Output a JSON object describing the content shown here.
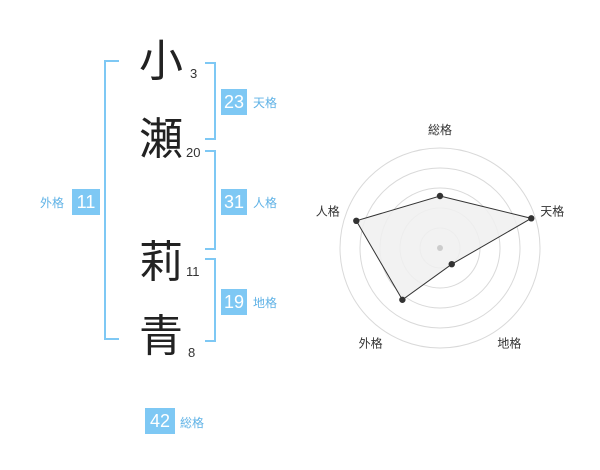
{
  "name": {
    "chars": [
      {
        "char": "小",
        "strokes": "3"
      },
      {
        "char": "瀬",
        "strokes": "20"
      },
      {
        "char": "莉",
        "strokes": "11"
      },
      {
        "char": "青",
        "strokes": "8"
      }
    ]
  },
  "fortunes": {
    "tenkaku": {
      "value": "23",
      "label": "天格"
    },
    "jinkaku": {
      "value": "31",
      "label": "人格"
    },
    "chikaku": {
      "value": "19",
      "label": "地格"
    },
    "gaikaku": {
      "value": "11",
      "label": "外格"
    },
    "soukaku": {
      "value": "42",
      "label": "総格"
    }
  },
  "chart_data": {
    "type": "radar",
    "categories": [
      "総格",
      "天格",
      "地格",
      "外格",
      "人格"
    ],
    "values": [
      2.6,
      4.8,
      1.0,
      3.2,
      4.4
    ],
    "range": [
      0,
      5
    ],
    "rings": 5,
    "grid": true,
    "colors": {
      "fill": "#f0f0f0",
      "line": "#333333",
      "grid": "#d9d9d9"
    }
  }
}
